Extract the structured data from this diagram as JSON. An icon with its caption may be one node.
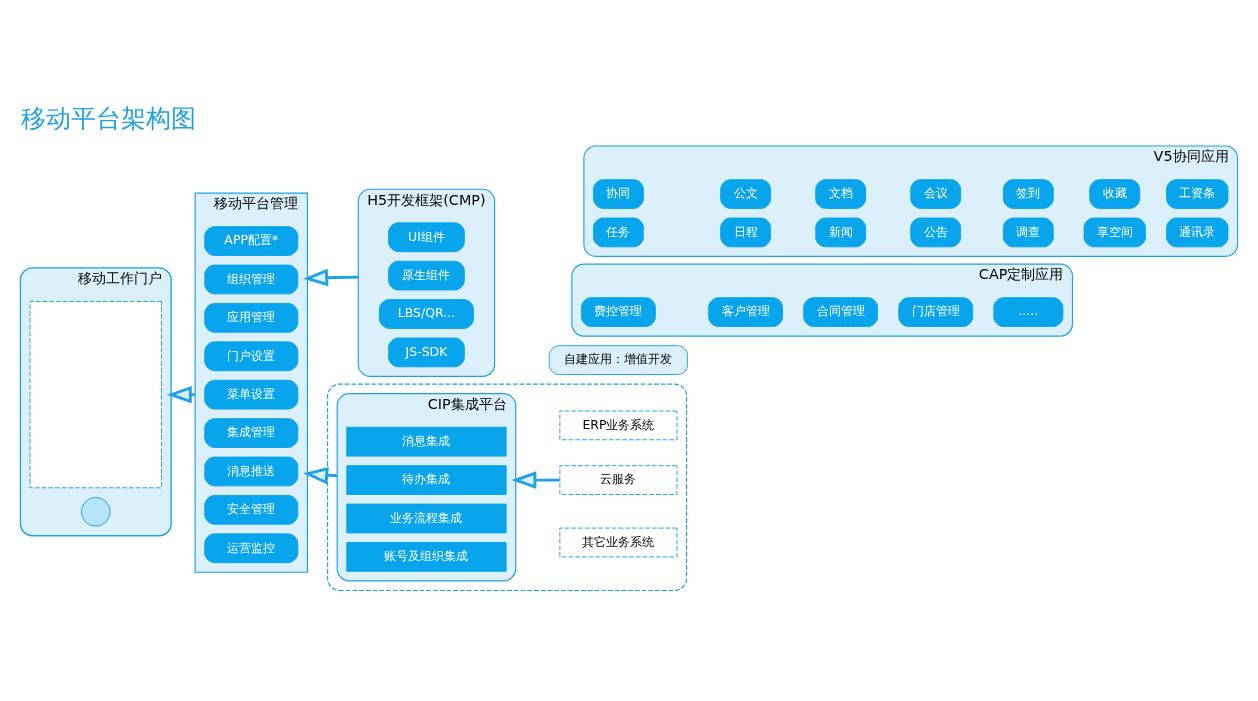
{
  "diagram": {
    "title": "移动平台架构图",
    "nodes": [
      {
        "text": [
          "移动工作门户"
        ]
      },
      {
        "text": [],
        "shape": "box",
        "in": 0
      },
      {
        "text": [],
        "shape": "circle",
        "in": 0
      },
      {
        "text": [
          "移动平台管理"
        ]
      },
      {
        "text": [
          "APP配置*"
        ],
        "in": 3
      },
      {
        "text": [
          "组织管理"
        ],
        "in": 3
      },
      {
        "text": [
          "应用管理"
        ],
        "in": 3
      },
      {
        "text": [
          "门户设置"
        ],
        "in": 3
      },
      {
        "text": [
          "菜单设置"
        ],
        "in": 3
      },
      {
        "text": [
          "集成管理"
        ],
        "in": 3
      },
      {
        "text": [
          "消息推送"
        ],
        "in": 3
      },
      {
        "text": [
          "安全管理"
        ],
        "in": 3
      },
      {
        "text": [
          "运营监控"
        ],
        "in": 3
      },
      {
        "text": [
          "H5开发框架(CMP)"
        ]
      },
      {
        "text": [
          "UI组件"
        ],
        "in": 13
      },
      {
        "text": [
          "原生组件"
        ],
        "in": 13
      },
      {
        "text": [
          "LBS/QR..."
        ],
        "in": 13
      },
      {
        "text": [
          "JS-SDK"
        ],
        "in": 13
      },
      {
        "text": [
          "V5协同应用"
        ]
      },
      {
        "text": [
          "协同"
        ],
        "in": 18
      },
      {
        "text": [
          "公文"
        ],
        "in": 18
      },
      {
        "text": [
          "文档"
        ],
        "in": 18
      },
      {
        "text": [
          "会议"
        ],
        "in": 18
      },
      {
        "text": [
          "签到"
        ],
        "in": 18
      },
      {
        "text": [
          "收藏"
        ],
        "in": 18
      },
      {
        "text": [
          "工资条"
        ],
        "in": 18
      },
      {
        "text": [
          "任务"
        ],
        "in": 18
      },
      {
        "text": [
          "日程"
        ],
        "in": 18
      },
      {
        "text": [
          "新闻"
        ],
        "in": 18
      },
      {
        "text": [
          "公告"
        ],
        "in": 18
      },
      {
        "text": [
          "调查"
        ],
        "in": 18
      },
      {
        "text": [
          "享空间"
        ],
        "in": 18
      },
      {
        "text": [
          "通讯录"
        ],
        "in": 18
      },
      {
        "text": [
          "CAP定制应用"
        ]
      },
      {
        "text": [
          "费控管理"
        ],
        "in": 33
      },
      {
        "text": [
          "客户管理"
        ],
        "in": 33
      },
      {
        "text": [
          "合同管理"
        ],
        "in": 33
      },
      {
        "text": [
          "门店管理"
        ],
        "in": 33
      },
      {
        "text": [
          "....."
        ],
        "in": 33
      },
      {
        "text": [
          "自建应用：增值开发"
        ]
      },
      {
        "text": [],
        "shape": "box"
      },
      {
        "text": [
          "CIP集成平台"
        ],
        "in": 40
      },
      {
        "text": [
          "消息集成"
        ],
        "in": 41
      },
      {
        "text": [
          "待办集成"
        ],
        "in": 41
      },
      {
        "text": [
          "业务流程集成"
        ],
        "in": 41
      },
      {
        "text": [
          "账号及组织集成"
        ],
        "in": 41
      },
      {
        "text": [
          "ERP业务系统"
        ],
        "in": 40
      },
      {
        "text": [
          "云服务"
        ],
        "in": 40
      },
      {
        "text": [
          "其它业务系统"
        ],
        "in": 40
      }
    ],
    "edges": [
      {
        "from": 13,
        "to": 3,
        "arrow": "to"
      },
      {
        "from": 41,
        "to": 3,
        "arrow": "to"
      },
      {
        "from": 3,
        "to": 0,
        "arrow": "to"
      },
      {
        "from": 47,
        "to": 41,
        "arrow": "to"
      }
    ]
  }
}
